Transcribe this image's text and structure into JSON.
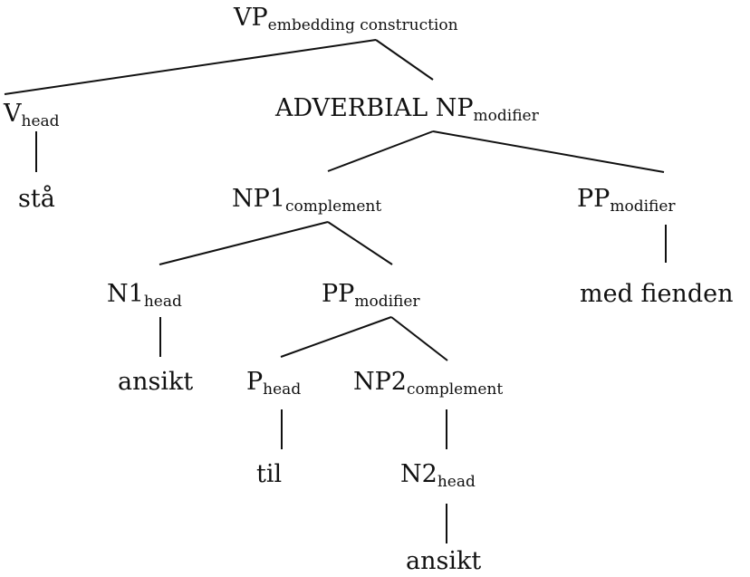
{
  "tree": {
    "vp": {
      "label": "VP",
      "sub": "embedding construction"
    },
    "v": {
      "label": "V",
      "sub": "head"
    },
    "adv_np": {
      "label": "ADVERBIAL NP",
      "sub": "modifier"
    },
    "sta": {
      "label": "stå"
    },
    "np1": {
      "label": "NP1",
      "sub": "complement"
    },
    "pp_right": {
      "label": "PP",
      "sub": "modifier"
    },
    "n1": {
      "label": "N1",
      "sub": "head"
    },
    "pp_inner": {
      "label": "PP",
      "sub": "modifier"
    },
    "med_fienden": {
      "label": "med fienden"
    },
    "ansikt1": {
      "label": "ansikt"
    },
    "p": {
      "label": "P",
      "sub": "head"
    },
    "np2": {
      "label": "NP2",
      "sub": "complement"
    },
    "til": {
      "label": "til"
    },
    "n2": {
      "label": "N2",
      "sub": "head"
    },
    "ansikt2": {
      "label": "ansikt"
    }
  }
}
